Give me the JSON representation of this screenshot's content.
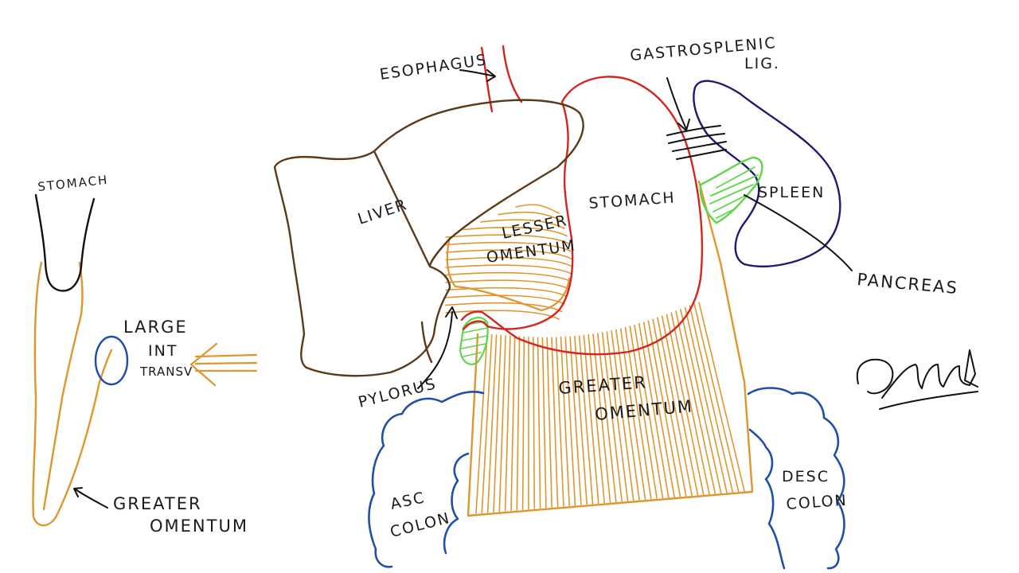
{
  "labels": {
    "esophagus": "ESOPHAGUS",
    "gastrosplenic_line1": "GASTROSPLENIC",
    "gastrosplenic_line2": "LIG.",
    "liver": "LIVER",
    "stomach": "STOMACH",
    "lesser_omentum_line1": "LESSER",
    "lesser_omentum_line2": "OMENTUM",
    "spleen": "SPLEEN",
    "pancreas": "PANCREAS",
    "pylorus": "PYLORUS",
    "greater_omentum_line1": "GREATER",
    "greater_omentum_line2": "OMENTUM",
    "asc_colon_line1": "ASC",
    "asc_colon_line2": "COLON",
    "desc_colon_line1": "DESC",
    "desc_colon_line2": "COLON",
    "side_stomach": "STOMACH",
    "large_int_line1": "LARGE",
    "large_int_line2": "INT",
    "large_int_line3": "TRANSV",
    "side_greater_line1": "GREATER",
    "side_greater_line2": "OMENTUM"
  },
  "signature": "DrAfzel",
  "colors": {
    "liver": "#5a3a1a",
    "stomach": "#d4261c",
    "omentum": "#e0962e",
    "spleen": "#1e1a6e",
    "pancreas": "#5fd64a",
    "colon": "#1f4fa8",
    "ink": "#111111"
  }
}
